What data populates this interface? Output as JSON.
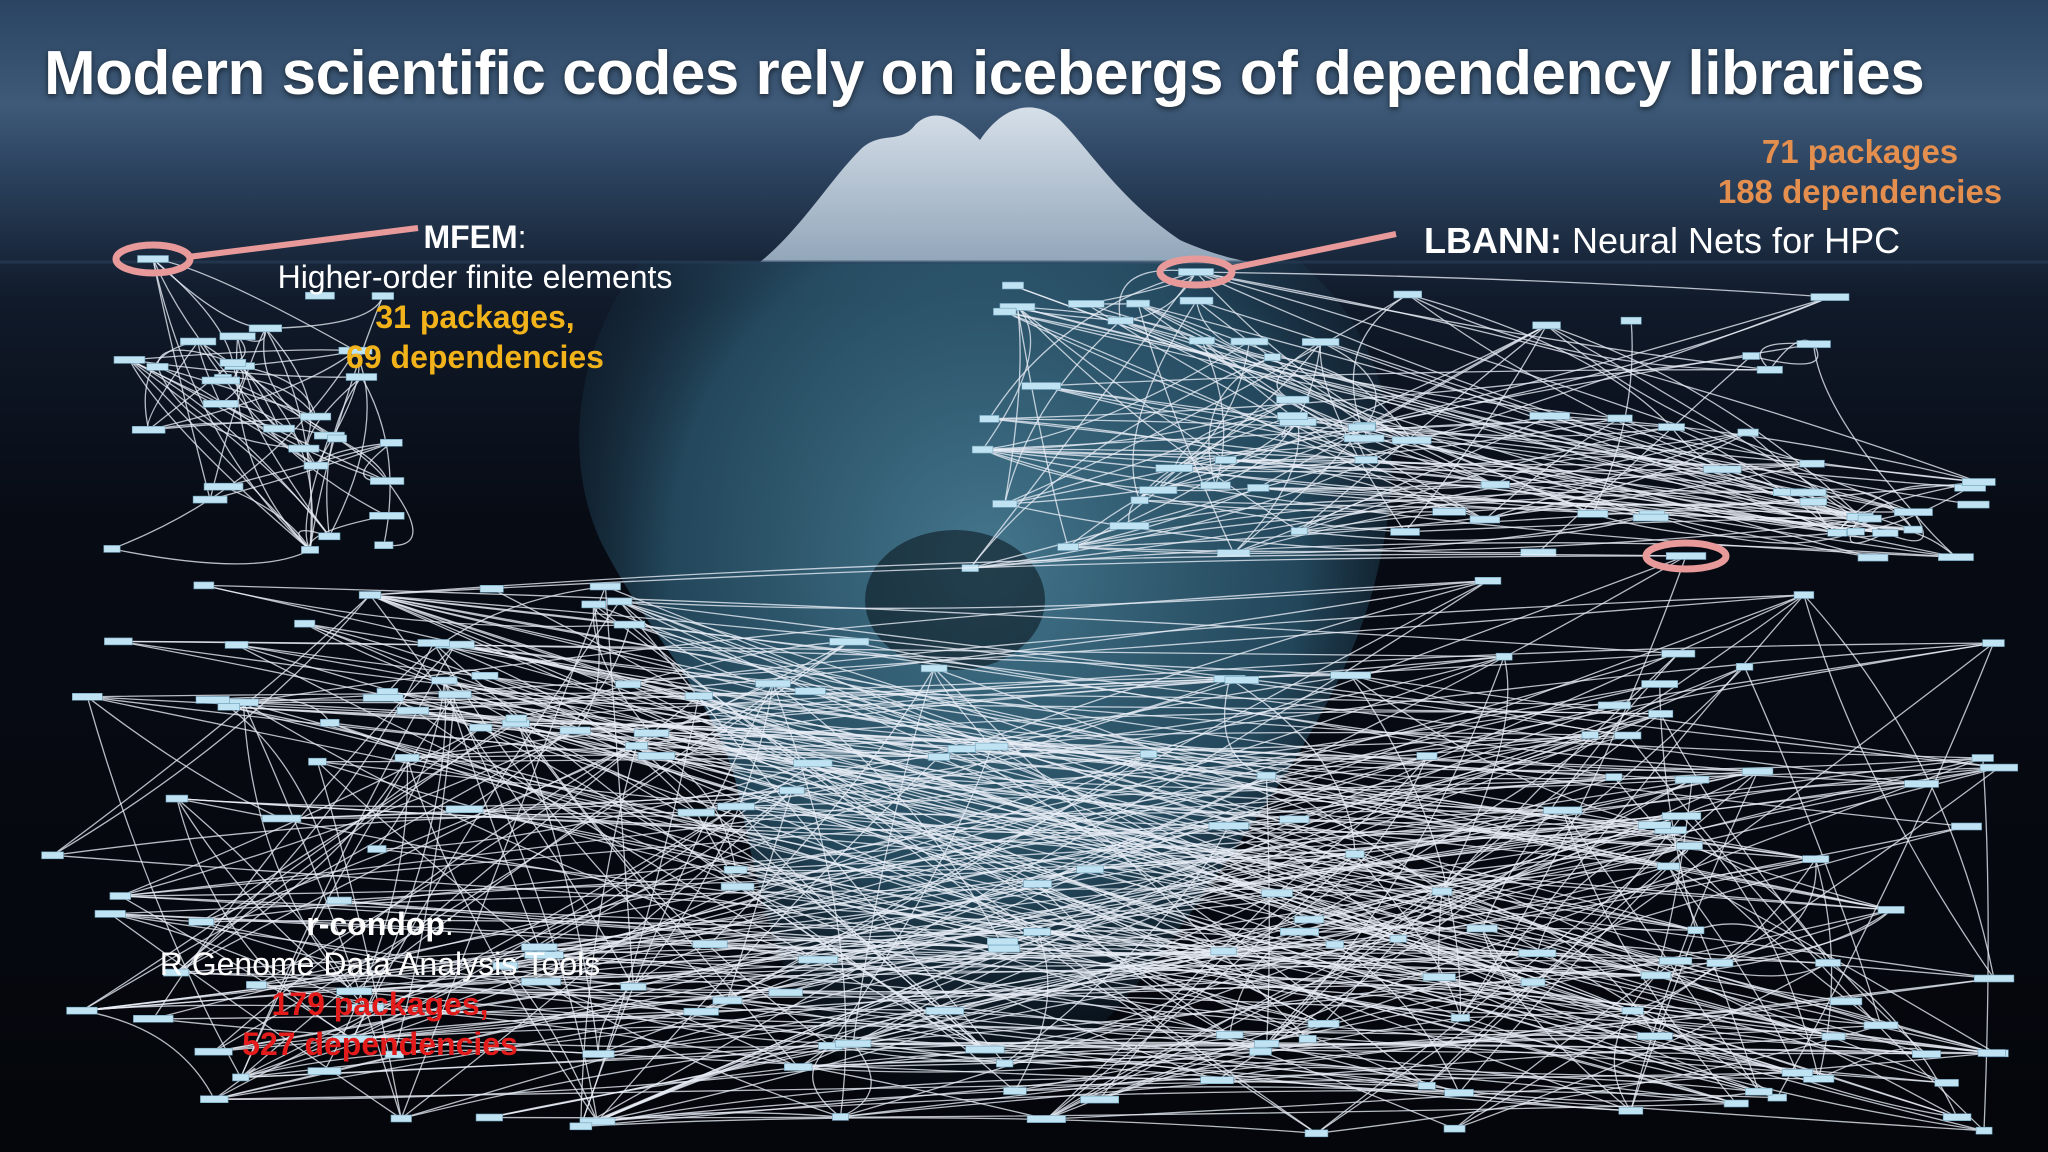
{
  "title": "Modern scientific codes rely on icebergs of dependency libraries",
  "mfem": {
    "name": "MFEM",
    "name_suffix": ":",
    "description": "Higher-order finite elements",
    "packages": "31 packages,",
    "dependencies": "69 dependencies"
  },
  "lbann": {
    "packages": "71 packages",
    "dependencies": "188 dependencies",
    "name": "LBANN:",
    "description": " Neural Nets for HPC"
  },
  "rcondop": {
    "name": "r-condop",
    "name_suffix": ":",
    "description": "R Genome Data Analysis Tools",
    "packages": "179 packages,",
    "dependencies": "527 dependencies"
  },
  "colors": {
    "mfem_accent": "#f2b21a",
    "lbann_accent": "#e58f4f",
    "rcondop_accent": "#e41b1b",
    "root_highlight": "#e89a9a",
    "node_fill": "#bfe3f2",
    "edge": "#e9eef7"
  }
}
